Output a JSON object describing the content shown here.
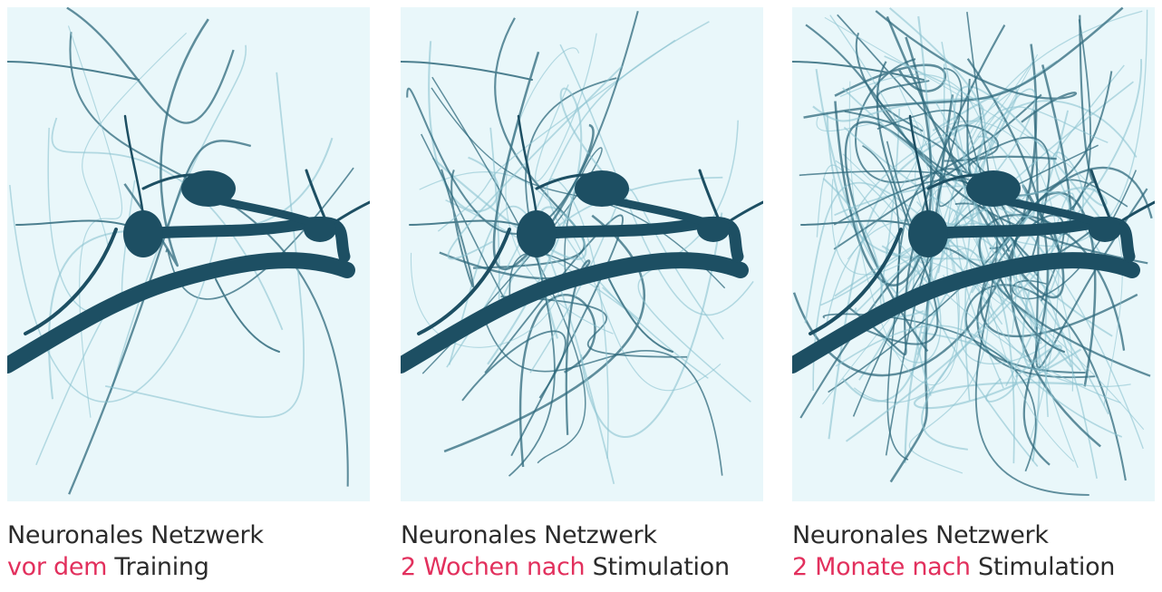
{
  "accent_color": "#e2305d",
  "neuron_color": "#1d4f63",
  "panels": [
    {
      "line1": "Neuronales Netzwerk",
      "line2_highlight": "vor dem",
      "line2_rest": " Training",
      "branch_density": "low"
    },
    {
      "line1": "Neuronales Netzwerk",
      "line2_highlight": "2 Wochen nach",
      "line2_rest": " Stimulation",
      "branch_density": "medium"
    },
    {
      "line1": "Neuronales Netzwerk",
      "line2_highlight": "2 Monate nach",
      "line2_rest": " Stimulation",
      "branch_density": "high"
    }
  ]
}
